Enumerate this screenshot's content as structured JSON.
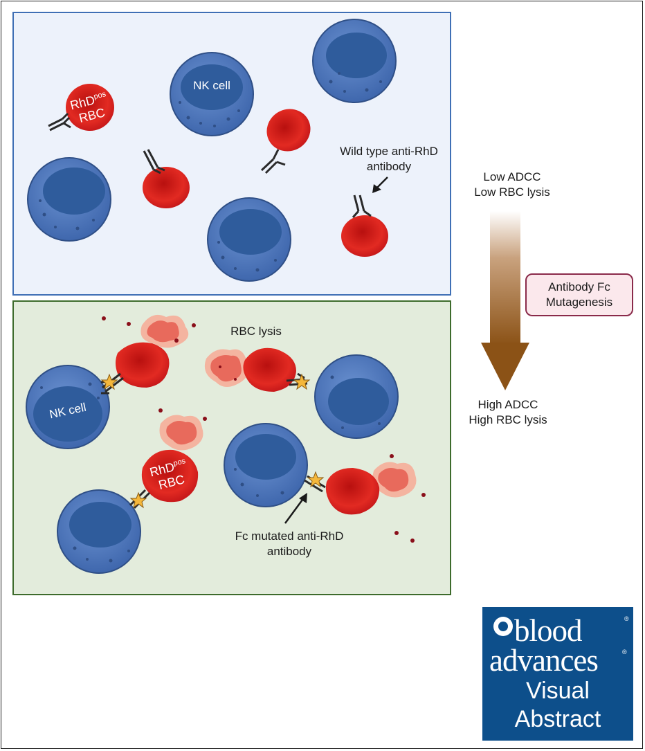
{
  "top_panel": {
    "nk_cell_label": "NK cell",
    "rbc_label_main": "RhD",
    "rbc_label_sup": "pos",
    "rbc_label_line2": "RBC",
    "wild_type_label_line1": "Wild type anti-RhD",
    "wild_type_label_line2": "antibody"
  },
  "bottom_panel": {
    "nk_cell_label": "NK cell",
    "rbc_label_main": "RhD",
    "rbc_label_sup": "pos",
    "rbc_label_line2": "RBC",
    "rbc_lysis_label": "RBC lysis",
    "fc_mutated_label_line1": "Fc mutated anti-RhD",
    "fc_mutated_label_line2": "antibody"
  },
  "arrow_panel": {
    "low_label_line1": "Low ADCC",
    "low_label_line2": "Low RBC lysis",
    "mutagenesis_line1": "Antibody Fc",
    "mutagenesis_line2": "Mutagenesis",
    "high_label_line1": "High ADCC",
    "high_label_line2": "High RBC lysis"
  },
  "logo": {
    "word1": "blood",
    "word2": "advances",
    "word3": "Visual",
    "word4": "Abstract",
    "registered": "®"
  },
  "colors": {
    "top_panel_bg": "#edf2fb",
    "top_panel_border": "#3f6fb5",
    "bottom_panel_bg": "#e3ecdc",
    "bottom_panel_border": "#3d6b2c",
    "nk_cell": "#4f79bf",
    "nk_nucleus": "#2f5c9c",
    "rbc": "#d41f1f",
    "arrow": "#8b5a2b",
    "logo_bg": "#0d4f8b"
  }
}
